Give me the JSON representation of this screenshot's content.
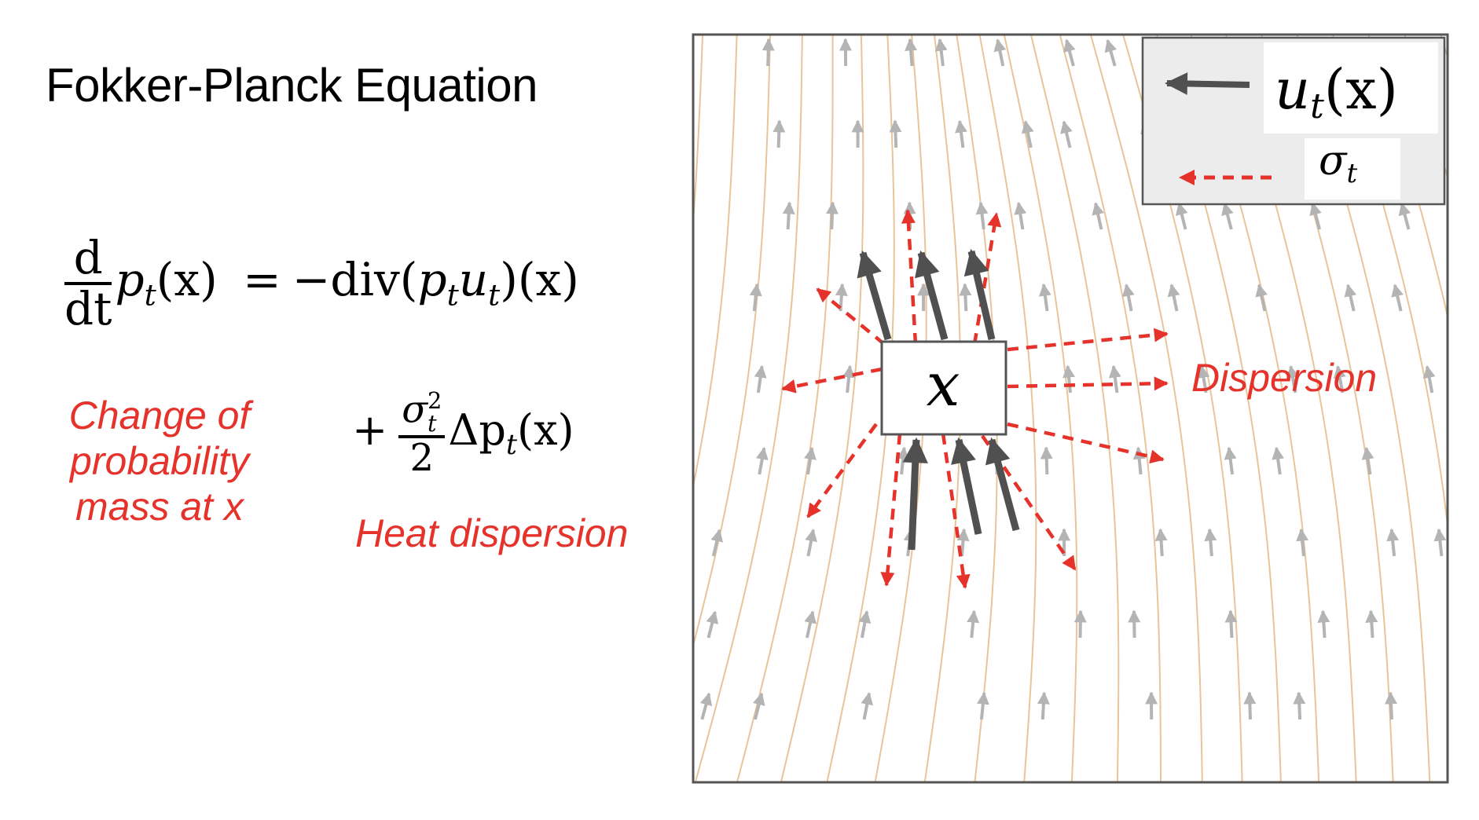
{
  "title": "Fokker-Planck Equation",
  "equation": {
    "lhs_num": "d",
    "lhs_den": "dt",
    "lhs_term": "p",
    "lhs_sub": "t",
    "lhs_arg": "(x)",
    "equals": "=",
    "rhs_div": "−div",
    "rhs_open": "(",
    "rhs_p": "p",
    "rhs_psub": "t",
    "rhs_u": "u",
    "rhs_usub": "t",
    "rhs_close": ")(x)",
    "plus": "+",
    "sigma_num": "σ",
    "sigma_sup": "2",
    "sigma_sub": "t",
    "two_den": "2",
    "laplacian": "Δp",
    "lap_sub": "t",
    "lap_arg": "(x)"
  },
  "labels": {
    "change_line1": "Change of",
    "change_line2": "probability",
    "change_line3": "mass at x",
    "heat": "Heat dispersion",
    "dispersion": "Dispersion"
  },
  "diagram": {
    "center_label": "x",
    "legend_drift": "u",
    "legend_drift_sub": "t",
    "legend_drift_arg": "(x)",
    "legend_noise": "σ",
    "legend_noise_sub": "t"
  },
  "colors": {
    "streamline": "#e8c49a",
    "field_arrow": "#b4b4b4",
    "drift_arrow": "#505050",
    "noise_arrow": "#e5322b",
    "legend_bg": "#ececec",
    "frame": "#555555"
  }
}
